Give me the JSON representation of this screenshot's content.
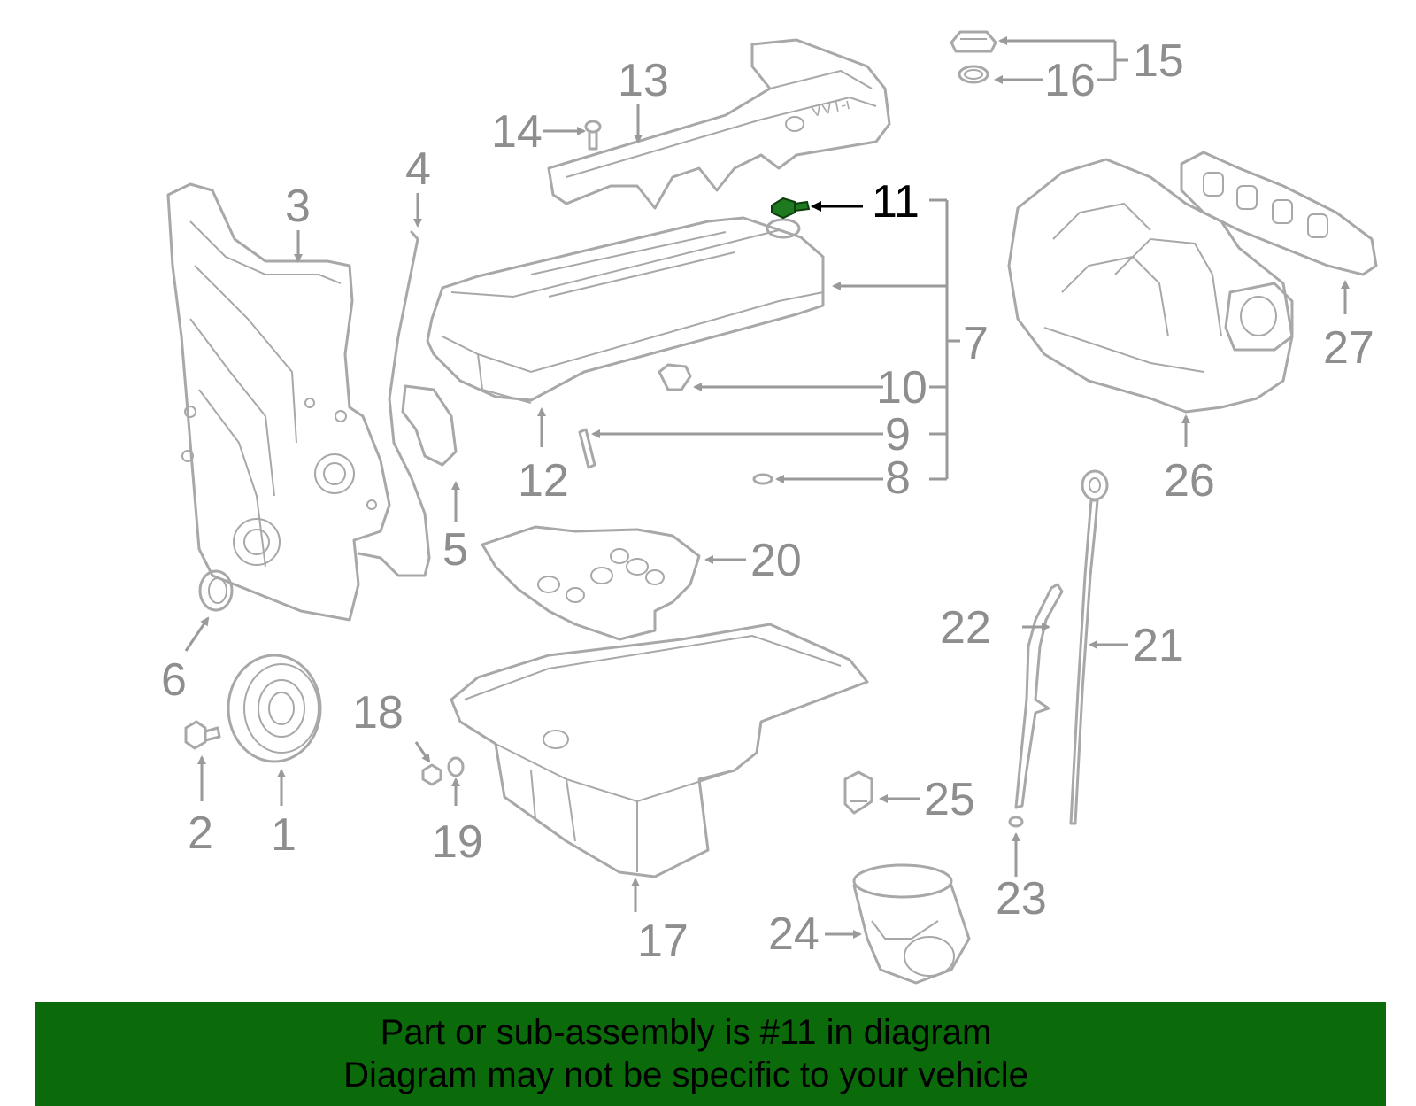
{
  "diagram": {
    "highlight_part": "11",
    "highlight_color": "#1e7a1e",
    "callouts": [
      "1",
      "2",
      "3",
      "4",
      "5",
      "6",
      "7",
      "8",
      "9",
      "10",
      "11",
      "12",
      "13",
      "14",
      "15",
      "16",
      "17",
      "18",
      "19",
      "20",
      "21",
      "22",
      "23",
      "24",
      "25",
      "26",
      "27"
    ]
  },
  "banner": {
    "line1": "Part or sub-assembly is #11 in diagram",
    "line2": "Diagram may not be specific to your vehicle",
    "background": "#0b6b0b"
  }
}
